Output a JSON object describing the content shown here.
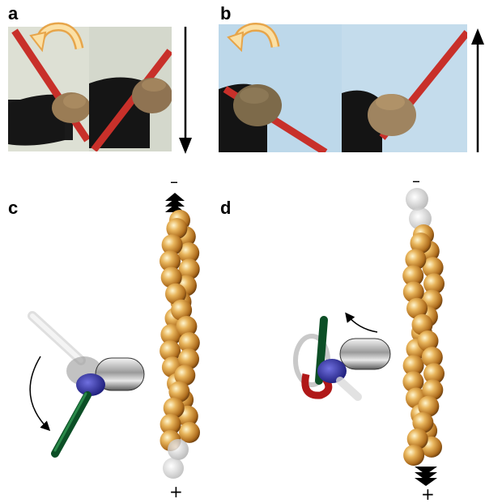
{
  "panels": [
    {
      "id": "a",
      "label": "a"
    },
    {
      "id": "b",
      "label": "b"
    },
    {
      "id": "c",
      "label": "c"
    },
    {
      "id": "d",
      "label": "d"
    }
  ],
  "filament_ends": {
    "c_minus": "–",
    "c_plus": "+",
    "d_minus": "–",
    "d_plus": "+"
  },
  "colors": {
    "actin_bead": "#d99a3a",
    "motor_head": "#2a2a9a",
    "lever_arm": "#0f5f2f",
    "rod_red": "#c8302a",
    "rotation_arrow": "#f0c070",
    "photo_bg_a": "#d9dccf",
    "photo_bg_b": "#b9d6ea"
  },
  "icons": [
    "rotation-arrow-icon",
    "direction-down-arrow-icon",
    "direction-up-arrow-icon",
    "chevron-stack-icon"
  ]
}
